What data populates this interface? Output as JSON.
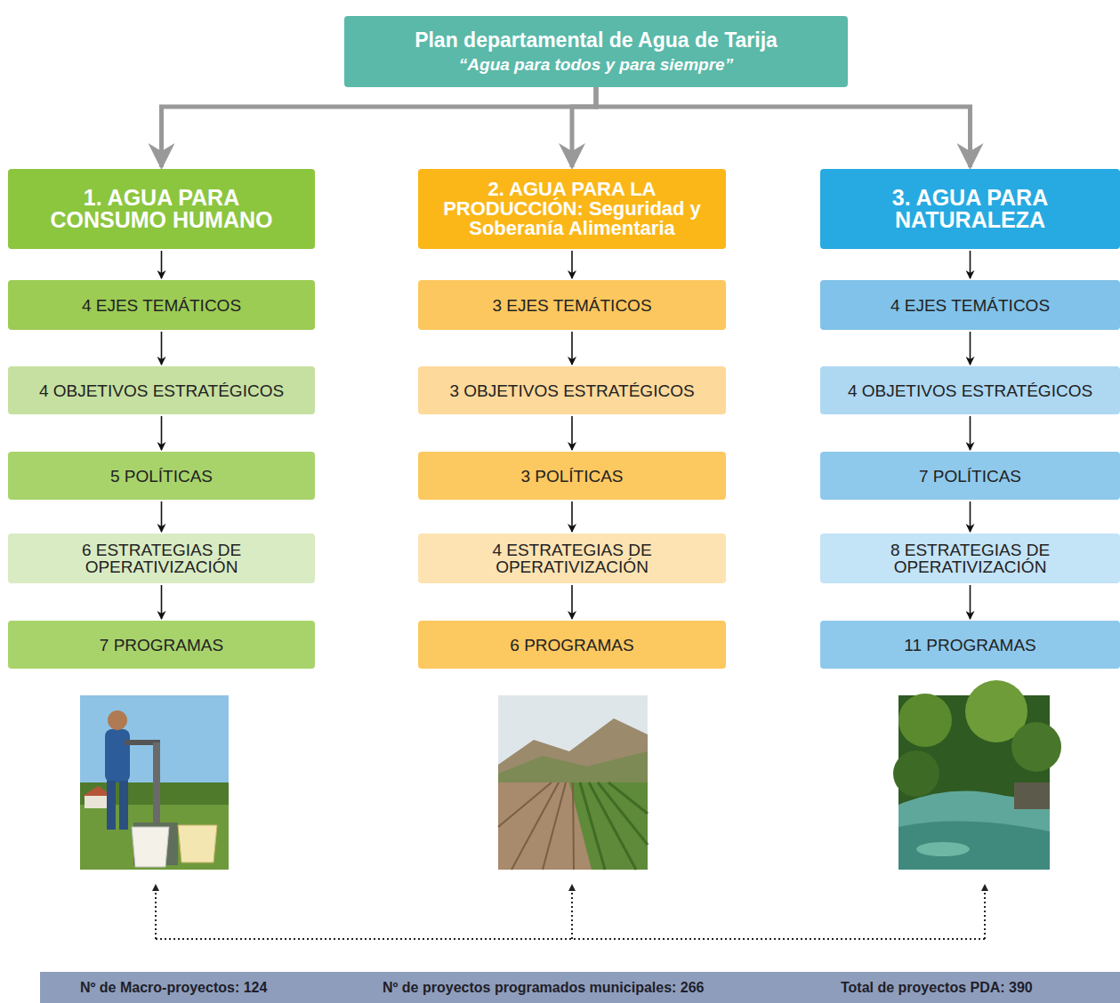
{
  "diagram": {
    "nodes": [
      {
        "text": [
          "Plan departamental de Agua de Tarija",
          "“Agua para todos y para siempre”"
        ]
      },
      {
        "text": [
          "1. AGUA PARA CONSUMO HUMANO"
        ]
      },
      {
        "text": [
          "2. AGUA PARA LA PRODUCCIÓN: Seguridad y Soberanía Alimentaria"
        ]
      },
      {
        "text": [
          "3. AGUA PARA NATURALEZA"
        ]
      },
      {
        "text": [
          "4 EJES TEMÁTICOS"
        ]
      },
      {
        "text": [
          "4 OBJETIVOS ESTRATÉGICOS"
        ]
      },
      {
        "text": [
          "5 POLÍTICAS"
        ]
      },
      {
        "text": [
          "6 ESTRATEGIAS DE OPERATIVIZACIÓN"
        ]
      },
      {
        "text": [
          "7 PROGRAMAS"
        ]
      },
      {
        "text": [
          "3 EJES TEMÁTICOS"
        ]
      },
      {
        "text": [
          "3 OBJETIVOS ESTRATÉGICOS"
        ]
      },
      {
        "text": [
          "3 POLÍTICAS"
        ]
      },
      {
        "text": [
          "4 ESTRATEGIAS DE OPERATIVIZACIÓN"
        ]
      },
      {
        "text": [
          "6 PROGRAMAS"
        ]
      },
      {
        "text": [
          "4 EJES TEMÁTICOS"
        ]
      },
      {
        "text": [
          "4 OBJETIVOS ESTRATÉGICOS"
        ]
      },
      {
        "text": [
          "7 POLÍTICAS"
        ]
      },
      {
        "text": [
          "8 ESTRATEGIAS DE OPERATIVIZACIÓN"
        ]
      },
      {
        "text": [
          "11 PROGRAMAS"
        ]
      },
      {
        "text": [
          "Nº de Macro-proyectos: 124",
          "Nº de proyectos programados municipales: 266",
          "Total de proyectos PDA: 390"
        ]
      }
    ],
    "edges": [
      {
        "from": 0,
        "to": 1,
        "arrow": "to"
      },
      {
        "from": 0,
        "to": 2,
        "arrow": "to"
      },
      {
        "from": 0,
        "to": 3,
        "arrow": "to"
      },
      {
        "from": 1,
        "to": 4,
        "arrow": "to"
      },
      {
        "from": 4,
        "to": 5,
        "arrow": "to"
      },
      {
        "from": 5,
        "to": 6,
        "arrow": "to"
      },
      {
        "from": 6,
        "to": 7,
        "arrow": "to"
      },
      {
        "from": 7,
        "to": 8,
        "arrow": "to"
      },
      {
        "from": 2,
        "to": 9,
        "arrow": "to"
      },
      {
        "from": 9,
        "to": 10,
        "arrow": "to"
      },
      {
        "from": 10,
        "to": 11,
        "arrow": "to"
      },
      {
        "from": 11,
        "to": 12,
        "arrow": "to"
      },
      {
        "from": 12,
        "to": 13,
        "arrow": "to"
      },
      {
        "from": 3,
        "to": 14,
        "arrow": "to"
      },
      {
        "from": 14,
        "to": 15,
        "arrow": "to"
      },
      {
        "from": 15,
        "to": 16,
        "arrow": "to"
      },
      {
        "from": 16,
        "to": 17,
        "arrow": "to"
      },
      {
        "from": 17,
        "to": 18,
        "arrow": "to"
      }
    ]
  }
}
